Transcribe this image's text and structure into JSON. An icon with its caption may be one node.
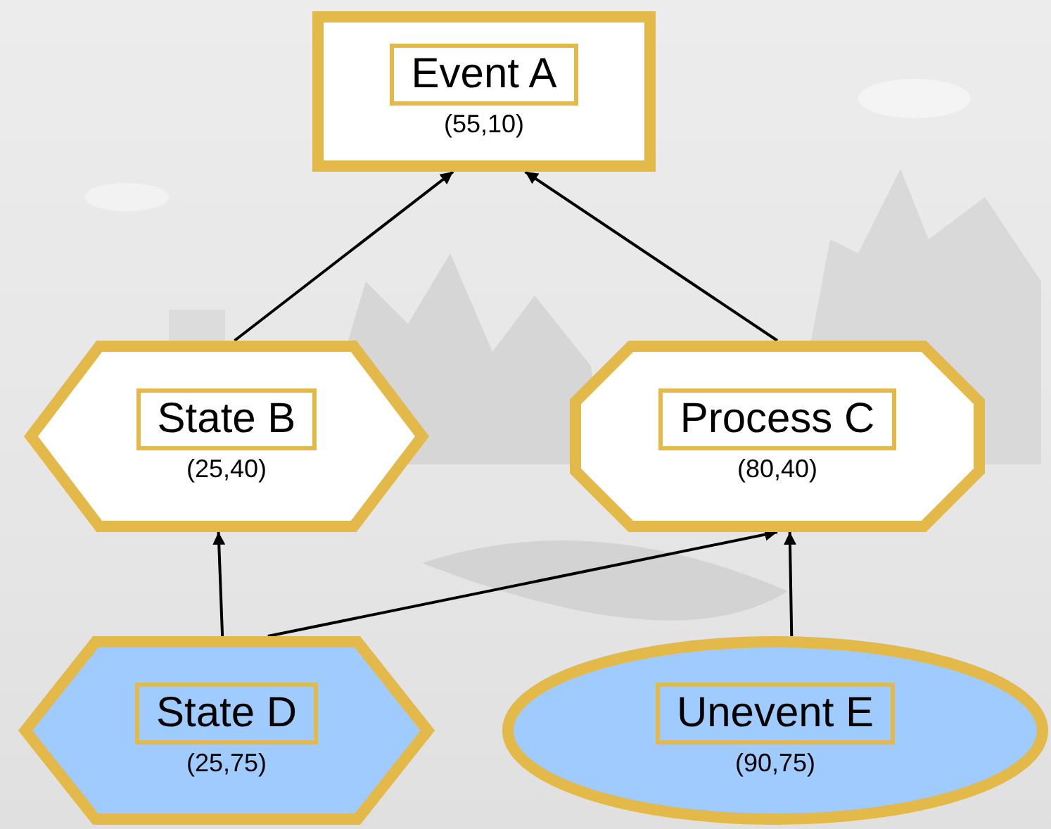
{
  "diagram": {
    "nodes": [
      {
        "text": [
          "Event A",
          "(55,10)"
        ]
      },
      {
        "text": [
          "State B",
          "(25,40)"
        ]
      },
      {
        "text": [
          "Process C",
          "(80,40)"
        ]
      },
      {
        "text": [
          "State D",
          "(25,75)"
        ]
      },
      {
        "text": [
          "Unevent E",
          "(90,75)"
        ]
      }
    ],
    "edges": [
      {
        "from": 1,
        "to": 0,
        "arrow": "to"
      },
      {
        "from": 2,
        "to": 0,
        "arrow": "to"
      },
      {
        "from": 3,
        "to": 1,
        "arrow": "to"
      },
      {
        "from": 3,
        "to": 2,
        "arrow": "to"
      },
      {
        "from": 4,
        "to": 2,
        "arrow": "to"
      }
    ]
  }
}
